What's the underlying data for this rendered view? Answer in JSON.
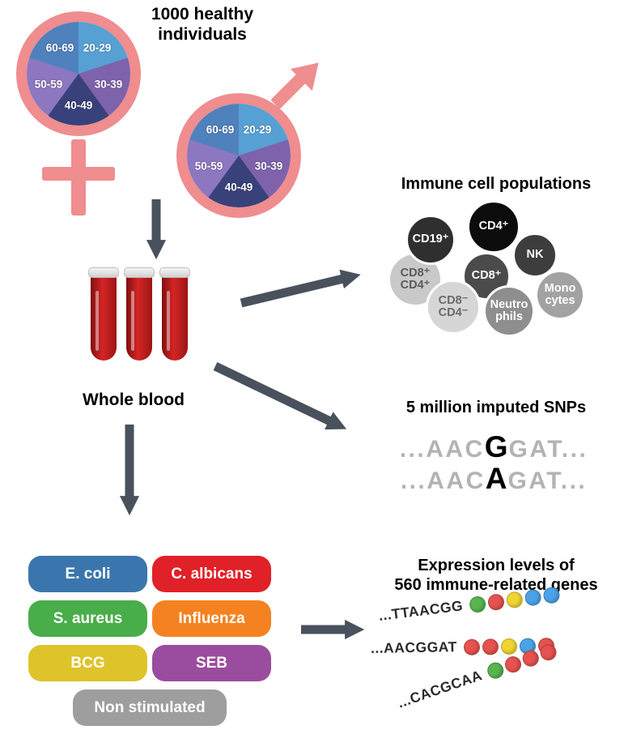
{
  "cohort": {
    "title": "1000 healthy\nindividuals",
    "age_groups": [
      {
        "label": "20-29",
        "color": "#57a0d3"
      },
      {
        "label": "30-39",
        "color": "#7e62ab"
      },
      {
        "label": "40-49",
        "color": "#39417b"
      },
      {
        "label": "50-59",
        "color": "#8d77c1"
      },
      {
        "label": "60-69",
        "color": "#4f81bd"
      }
    ],
    "symbol_color": "#ef8d8f"
  },
  "whole_blood": {
    "label": "Whole blood"
  },
  "immune_cells": {
    "title": "Immune cell populations",
    "cells": [
      {
        "label": "CD19⁺",
        "color": "#2f2f2f",
        "text_color": "#ffffff"
      },
      {
        "label": "CD4⁺",
        "color": "#0c0c0c",
        "text_color": "#ffffff"
      },
      {
        "label": "NK",
        "color": "#3d3d3d",
        "text_color": "#ffffff"
      },
      {
        "label": "CD8⁺",
        "color": "#4b4b4b",
        "text_color": "#ffffff"
      },
      {
        "label": "CD8⁺\nCD4⁺",
        "color": "#c9c9c9",
        "text_color": "#5a5a5a"
      },
      {
        "label": "CD8⁻\nCD4⁻",
        "color": "#d6d6d6",
        "text_color": "#6a6a6a"
      },
      {
        "label": "Neutro\nphils",
        "color": "#8e8e8e",
        "text_color": "#ffffff"
      },
      {
        "label": "Mono\ncytes",
        "color": "#a2a2a2",
        "text_color": "#ffffff"
      }
    ]
  },
  "snps": {
    "title": "5 million imputed SNPs",
    "sequences": [
      {
        "prefix": "...AAC",
        "variant": "G",
        "suffix": "GAT..."
      },
      {
        "prefix": "...AAC",
        "variant": "A",
        "suffix": "GAT..."
      }
    ]
  },
  "stimuli": {
    "items": [
      {
        "label": "E. coli",
        "color": "#3a76ad"
      },
      {
        "label": "C. albicans",
        "color": "#e02127"
      },
      {
        "label": "S. aureus",
        "color": "#49ad49"
      },
      {
        "label": "Influenza",
        "color": "#f58220"
      },
      {
        "label": "BCG",
        "color": "#dfc32a"
      },
      {
        "label": "SEB",
        "color": "#9a4d9e"
      },
      {
        "label": "Non stimulated",
        "color": "#9e9e9e"
      }
    ]
  },
  "expression": {
    "title": "Expression levels of\n560 immune-related genes",
    "rows": [
      {
        "sequence": "...TTAACGG",
        "beads": [
          "#57b44e",
          "#e5524f",
          "#f0d432",
          "#4aa3e8",
          "#4aa3e8"
        ]
      },
      {
        "sequence": "...AACGGAT",
        "beads": [
          "#e5524f",
          "#e5524f",
          "#f0d432",
          "#4aa3e8",
          "#e5524f"
        ]
      },
      {
        "sequence": "...CACGCAA",
        "beads": [
          "#57b44e",
          "#e5524f",
          "#e5524f",
          "#e5524f"
        ]
      }
    ]
  },
  "arrow_color": "#49525c"
}
